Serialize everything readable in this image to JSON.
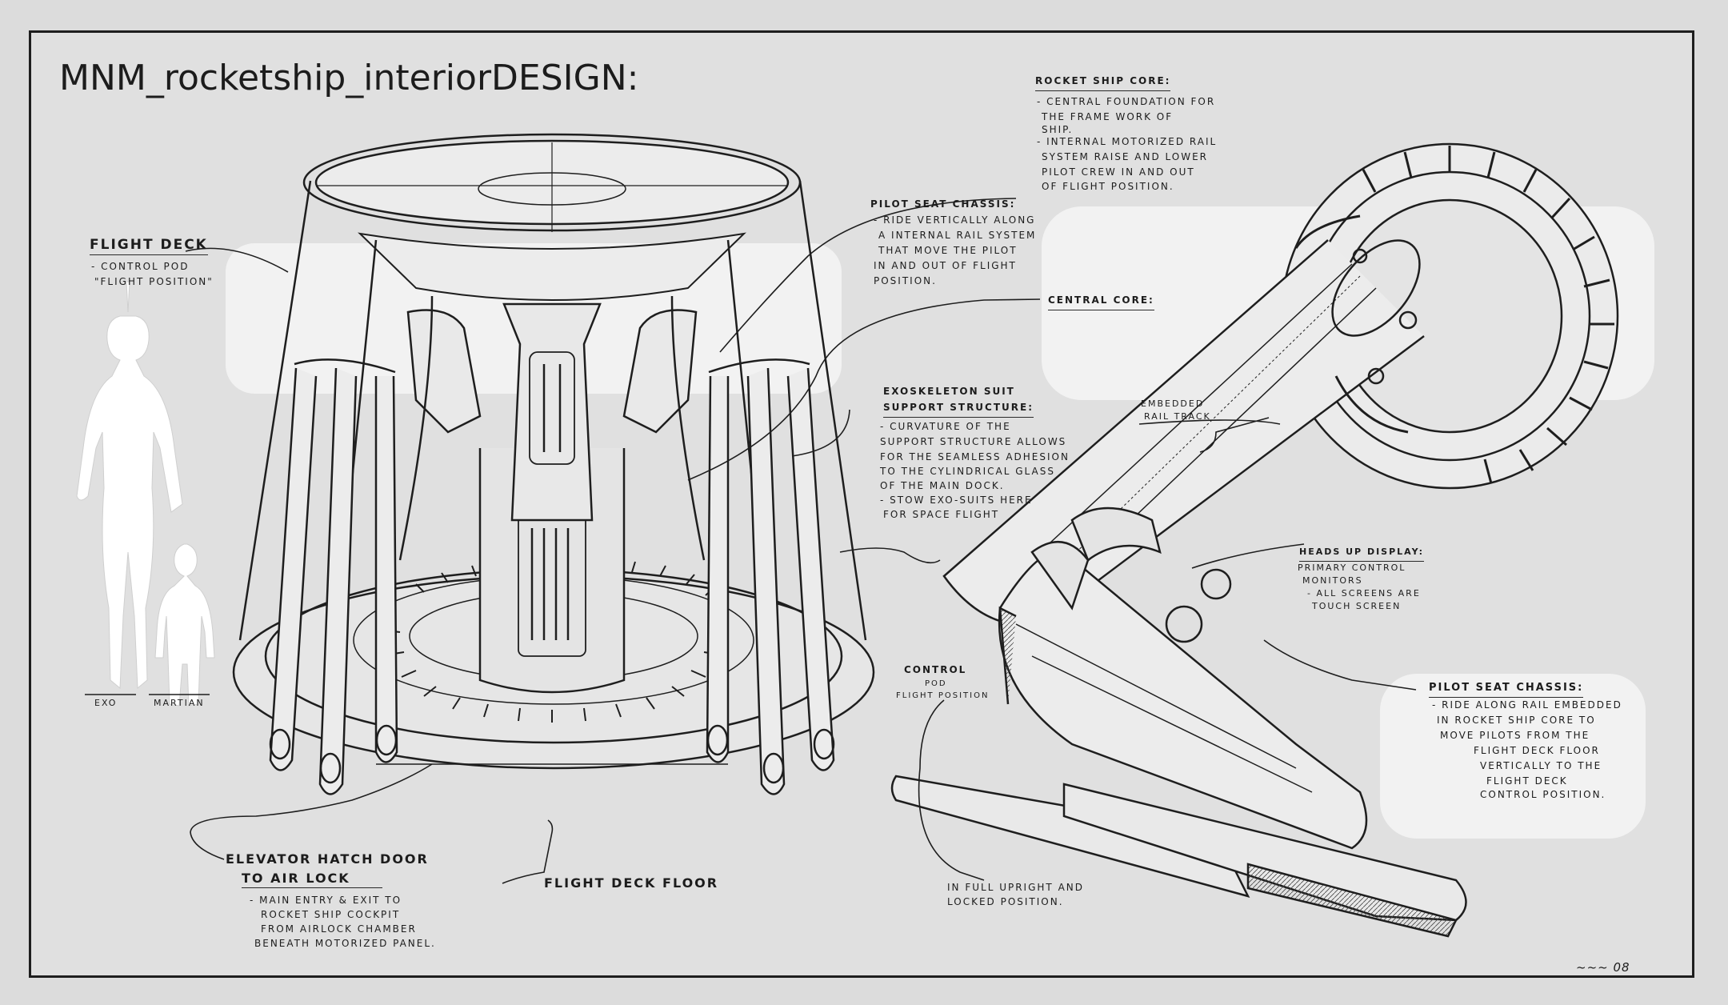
{
  "title": "MNM_rocketship_interiorDESIGN:",
  "annotations": {
    "flight_deck": {
      "label": "Flight Deck",
      "lines": [
        "- Control Pod",
        "\"Flight position\""
      ]
    },
    "pilot_seat_chassis_top": {
      "label": "Pilot seat chassis:",
      "lines": [
        "- Ride vertically along",
        "a internal rail system",
        "that move the pilot",
        "in and out of flight",
        "position."
      ]
    },
    "rocket_ship_core": {
      "label": "Rocket Ship Core:",
      "lines": [
        "- Central foundation for",
        "the frame work of",
        "ship.",
        "- Internal motorized rail",
        "system raise and lower",
        "pilot crew in and out",
        "of flight position."
      ]
    },
    "central_core": {
      "label": "Central Core:"
    },
    "exoskeleton": {
      "label": "Exoskeleton suit",
      "label2": "support structure:",
      "lines": [
        "- Curvature of the",
        "support structure allows",
        "for the seamless adhesion",
        "to the cylindrical glass",
        "of the main dock.",
        "- Stow exo-suits here",
        "for space flight"
      ]
    },
    "embedded_rail": {
      "label": "Embedded",
      "label2": "rail track"
    },
    "heads_up": {
      "label": "Heads up display:",
      "lines": [
        "Primary control",
        "monitors",
        "- All screens are",
        "touch screen"
      ]
    },
    "control_pod": {
      "label": "Control",
      "label2": "pod",
      "line": "Flight position"
    },
    "pilot_seat_chassis_bottom": {
      "label": "Pilot seat chassis:",
      "lines": [
        "- Ride along rail embedded",
        "in rocket ship core to",
        "move pilots from the",
        "flight deck floor",
        "vertically to the",
        "flight deck",
        "control position."
      ]
    },
    "elevator": {
      "label": "Elevator hatch door",
      "label2": "to air lock",
      "lines": [
        "- Main entry & exit to",
        "rocket ship cockpit",
        "from airlock chamber",
        "beneath motorized panel."
      ]
    },
    "flight_deck_floor": {
      "label": "Flight Deck Floor"
    },
    "full_upright": {
      "lines": [
        "In full upright and",
        "locked position."
      ]
    }
  },
  "figures": {
    "exo": "Exo",
    "martian": "Martian"
  },
  "signature": "~~~ 08",
  "colors": {
    "paper": "#e0e0e0",
    "ink": "#1e1e1e",
    "panel": "#f0f0f0"
  }
}
